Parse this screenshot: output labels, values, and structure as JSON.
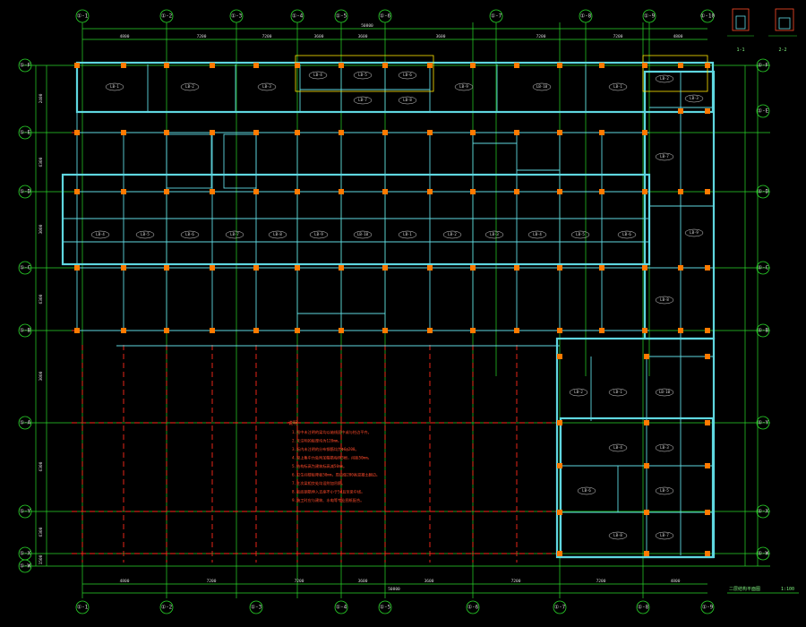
{
  "drawing": {
    "title": "二层结构平面图",
    "scale": "1:100",
    "overall_dim_top": "50800",
    "overall_dim_bottom": "50800"
  },
  "axes": {
    "top": [
      "①-1",
      "①-2",
      "①-3",
      "①-4",
      "①-5",
      "①-6",
      "①-7",
      "①-8",
      "①-9",
      "①-10"
    ],
    "bottom": [
      "①-1",
      "①-2",
      "①-3",
      "①-4",
      "①-5",
      "①-6",
      "①-7",
      "①-8",
      "①-9"
    ],
    "left": [
      "①-F",
      "①-E",
      "①-D",
      "①-C",
      "①-B",
      "①-A",
      "①-Y",
      "①-X",
      "①-W"
    ],
    "right": [
      "①-F",
      "①-E",
      "①-D",
      "①-C",
      "①-B",
      "①-Y",
      "①-X",
      "①-W"
    ]
  },
  "top_dims": [
    "4800",
    "7200",
    "7200",
    "3600",
    "3600",
    "3600",
    "7200",
    "7200",
    "4800"
  ],
  "bottom_dims": [
    "4800",
    "7200",
    "7200",
    "3600",
    "3600",
    "7200",
    "7200",
    "4800"
  ],
  "left_dims": [
    "2400",
    "6300",
    "3000",
    "6300",
    "3000",
    "6300",
    "6300",
    "1500"
  ],
  "slab_labels": [
    "LB-1",
    "LB-2",
    "LB-3",
    "LB-4",
    "LB-5",
    "LB-6",
    "LB-7",
    "LB-8",
    "LB-9",
    "LB-10"
  ],
  "notes": {
    "heading": "说明",
    "lines": [
      "1.图中未注明的梁均以轴线居中或与柱边平齐。",
      "2.未注明的板厚均为120mm。",
      "3.板内未注明的分布钢筋均为Φ6@200。",
      "4.梁上集中力处附加箍筋每侧3根，间距50mm。",
      "5.结构标高为建筑标高减50mm。",
      "6.卫生间楼板降板50mm，周边做200高混凝土翻边。",
      "7.主次梁相交处均设附加吊筋。",
      "8.板底钢筋伸入支座不小于5d且至梁中线。",
      "9.施工时应与建筑、水电等专业图纸配合。"
    ]
  },
  "legend": {
    "sections": [
      "1-1",
      "2-2"
    ]
  },
  "colors": {
    "background": "#000000",
    "grid": "#2ad72a",
    "wall_outline": "#5fd7e0",
    "column": "#ff7a00",
    "red_grid": "#ff2a1a",
    "note": "#ff4a2a",
    "text": "#d9d9d9"
  }
}
